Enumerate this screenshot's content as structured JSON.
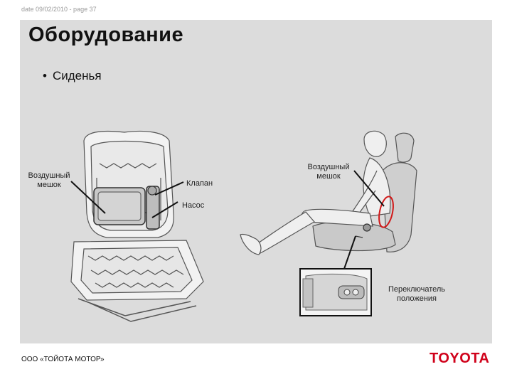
{
  "header": {
    "meta": "date 09/02/2010 - page 37"
  },
  "slide": {
    "title": "Оборудование",
    "bullet": "Сиденья"
  },
  "labels": {
    "airbag_left": "Воздушный мешок",
    "valve": "Клапан",
    "pump": "Насос",
    "airbag_right": "Воздушный мешок",
    "switch": "Переключатель положения"
  },
  "footer": {
    "company": "ООО «ТОЙОТА МОТОР»",
    "logo_text": "TOYOTA"
  },
  "colors": {
    "panel": "#dcdcdc",
    "logo": "#d0021b",
    "highlight": "#d11a1a"
  }
}
